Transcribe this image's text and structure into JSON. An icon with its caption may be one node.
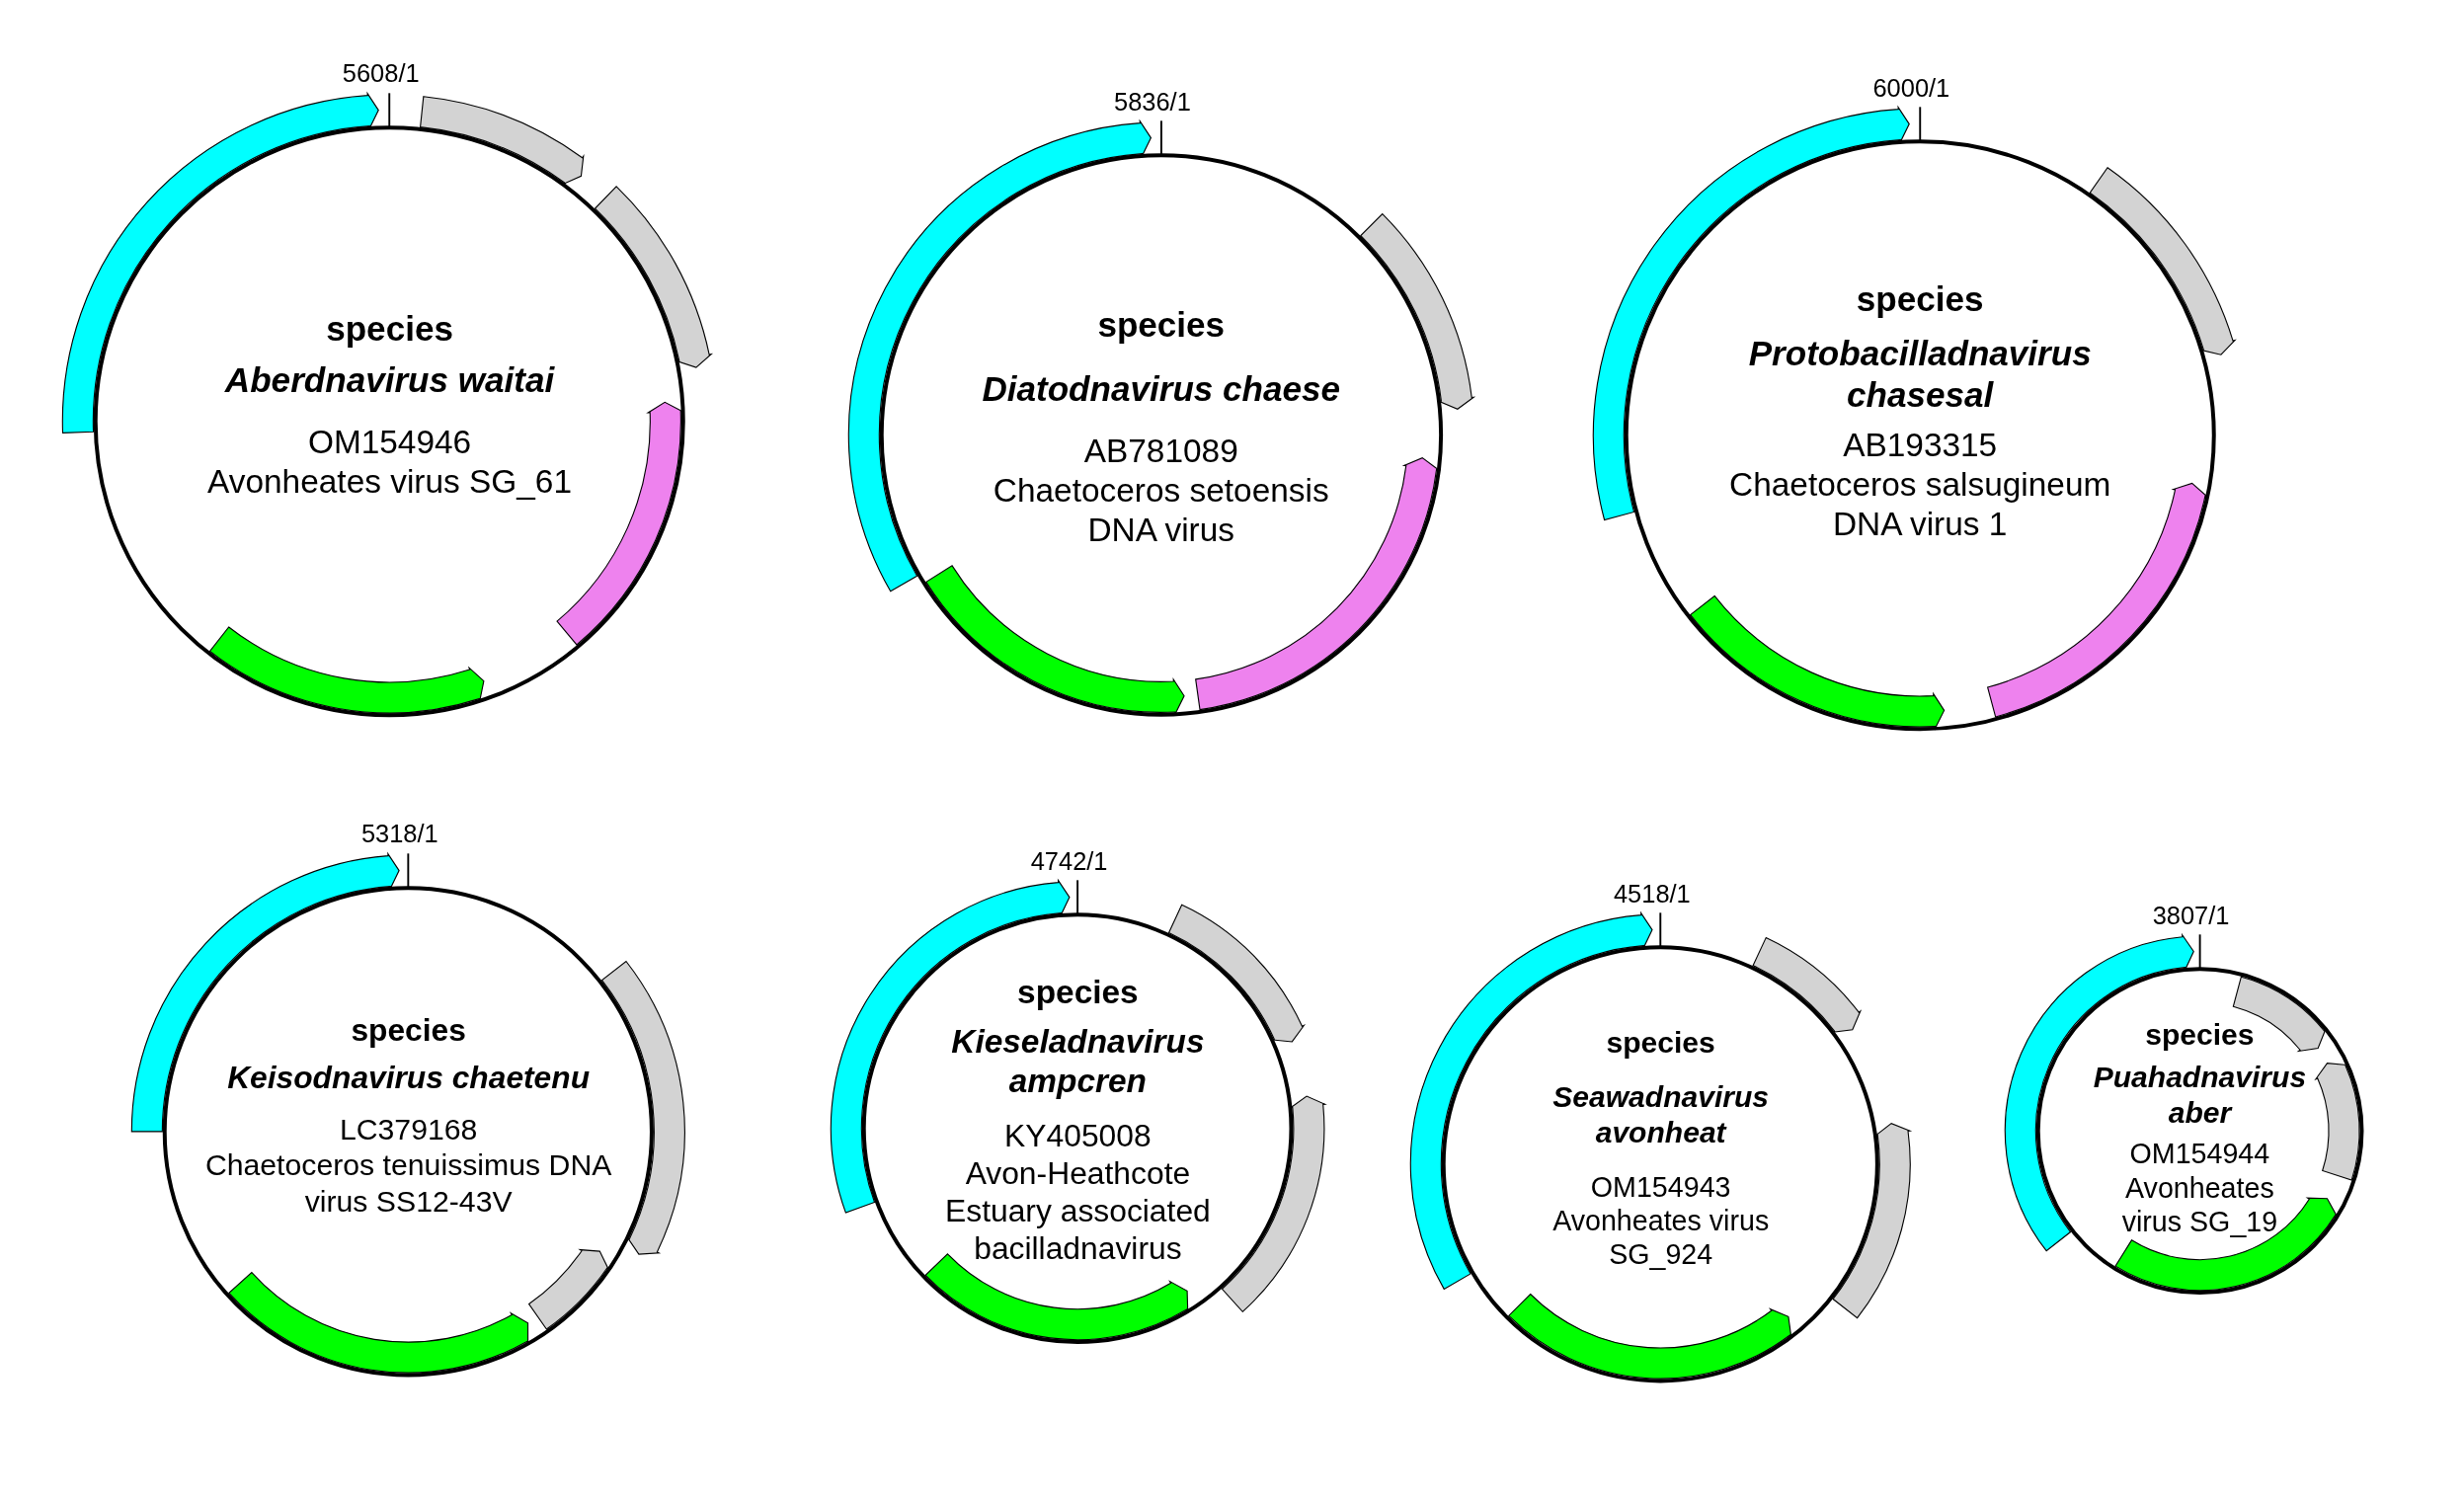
{
  "diagram": {
    "nodes": [
      {
        "text": [
          "species",
          "Aberdnavirus waitai",
          "OM154946",
          "Avonheates virus SG_61"
        ],
        "beside": [
          "5608/1"
        ]
      },
      {
        "text": [
          "species",
          "Diatodnavirus chaese",
          "AB781089",
          "Chaetoceros setoensis DNA virus"
        ],
        "beside": [
          "5836/1"
        ]
      },
      {
        "text": [
          "species",
          "Protobacilladnavirus chasesal",
          "AB193315",
          "Chaetoceros salsugineum DNA virus 1"
        ],
        "beside": [
          "6000/1"
        ]
      },
      {
        "text": [
          "species",
          "Keisodnavirus chaetenu",
          "LC379168",
          "Chaetoceros tenuissimus DNA virus SS12-43V"
        ],
        "beside": [
          "5318/1"
        ]
      },
      {
        "text": [
          "species",
          "Kieseladnavirus ampcren",
          "KY405008",
          "Avon-Heathcote Estuary associated bacilladnavirus"
        ],
        "beside": [
          "4742/1"
        ]
      },
      {
        "text": [
          "species",
          "Seawadnavirus avonheat",
          "OM154943",
          "Avonheates virus SG_924"
        ],
        "beside": [
          "4518/1"
        ]
      },
      {
        "text": [
          "species",
          "Puahadnavirus aber",
          "OM154944",
          "Avonheates virus SG_19"
        ],
        "beside": [
          "3807/1"
        ]
      }
    ]
  }
}
